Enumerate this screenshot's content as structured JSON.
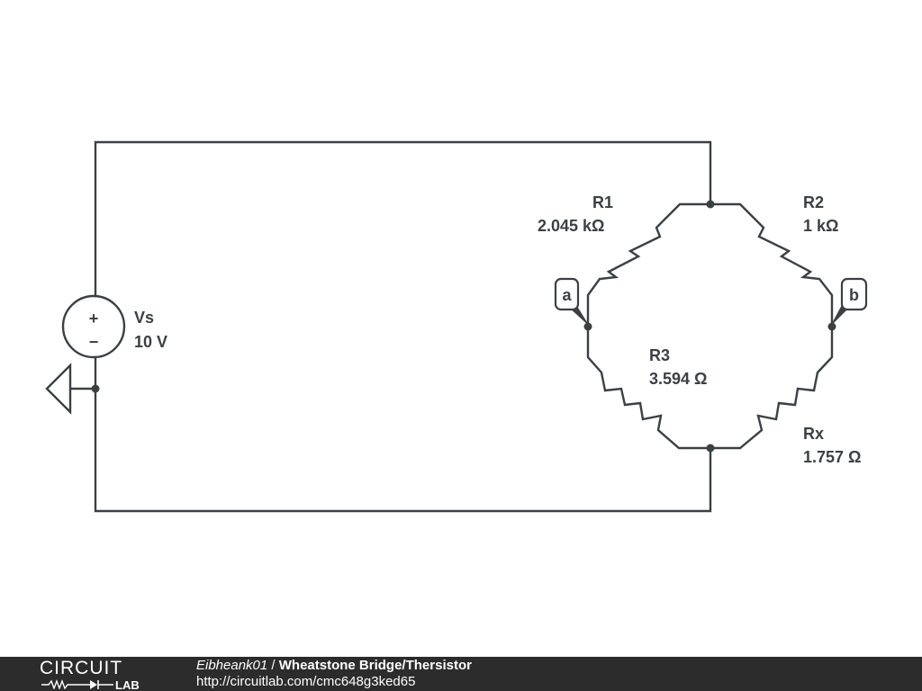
{
  "schematic": {
    "components": [
      {
        "id": "vs",
        "name": "Vs",
        "value": "10 V"
      },
      {
        "id": "r1",
        "name": "R1",
        "value": "2.045 kΩ"
      },
      {
        "id": "r2",
        "name": "R2",
        "value": "1 kΩ"
      },
      {
        "id": "r3",
        "name": "R3",
        "value": "3.594 Ω"
      },
      {
        "id": "rx",
        "name": "Rx",
        "value": "1.757 Ω"
      }
    ],
    "probes": [
      {
        "label": "a"
      },
      {
        "label": "b"
      }
    ],
    "source_symbols": {
      "plus": "+",
      "minus": "−"
    }
  },
  "footer": {
    "logo_top": "CIRCUIT",
    "logo_bottom": "LAB",
    "author": "Eibheank01",
    "separator": " / ",
    "title": "Wheatstone Bridge/Thersistor",
    "url": "http://circuitlab.com/cmc648g3ked65"
  }
}
